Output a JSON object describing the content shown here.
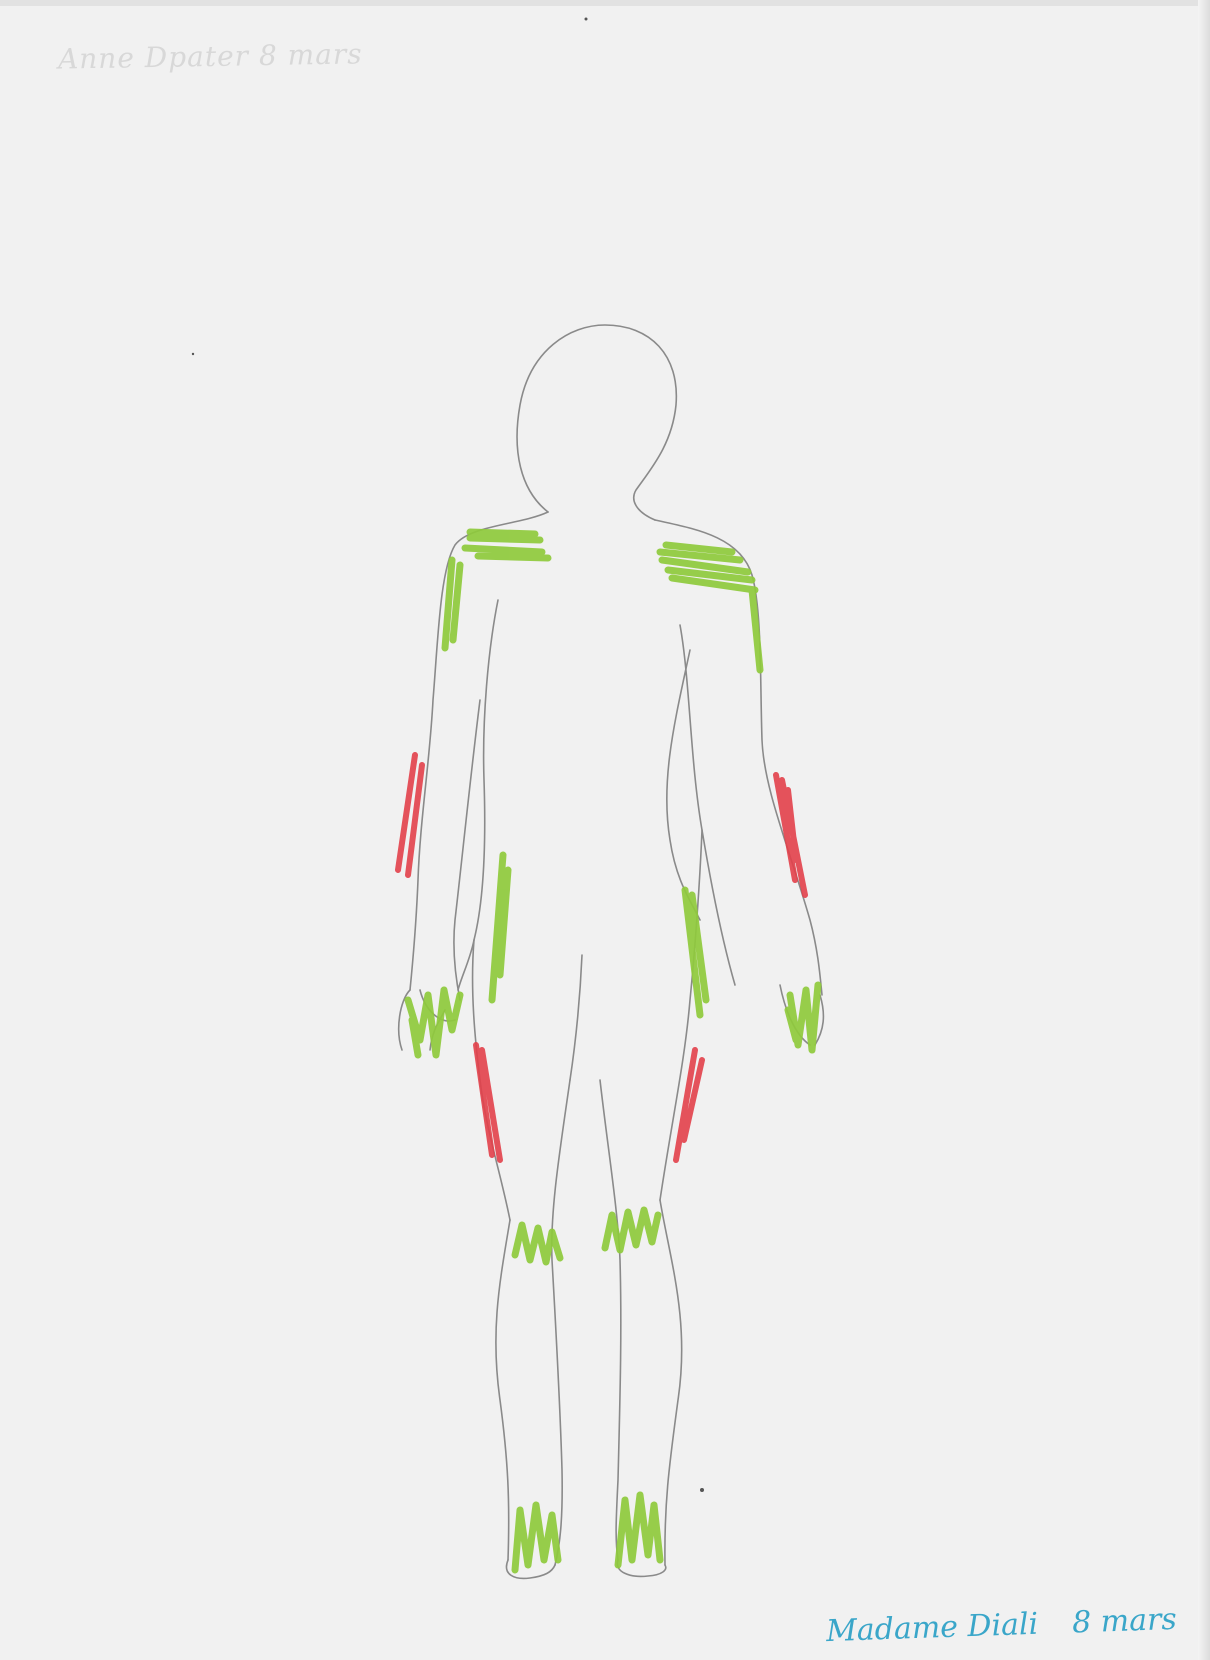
{
  "faint_note": "Anne Dpater 8 mars",
  "signature": {
    "name": "Madame Diali",
    "date": "8 mars"
  },
  "colors": {
    "paper": "#f1f1f1",
    "outline": "#8a8a8a",
    "green_marker": "#8fca3c",
    "red_marker": "#e2404a",
    "signature_ink": "#3aa6c9"
  }
}
